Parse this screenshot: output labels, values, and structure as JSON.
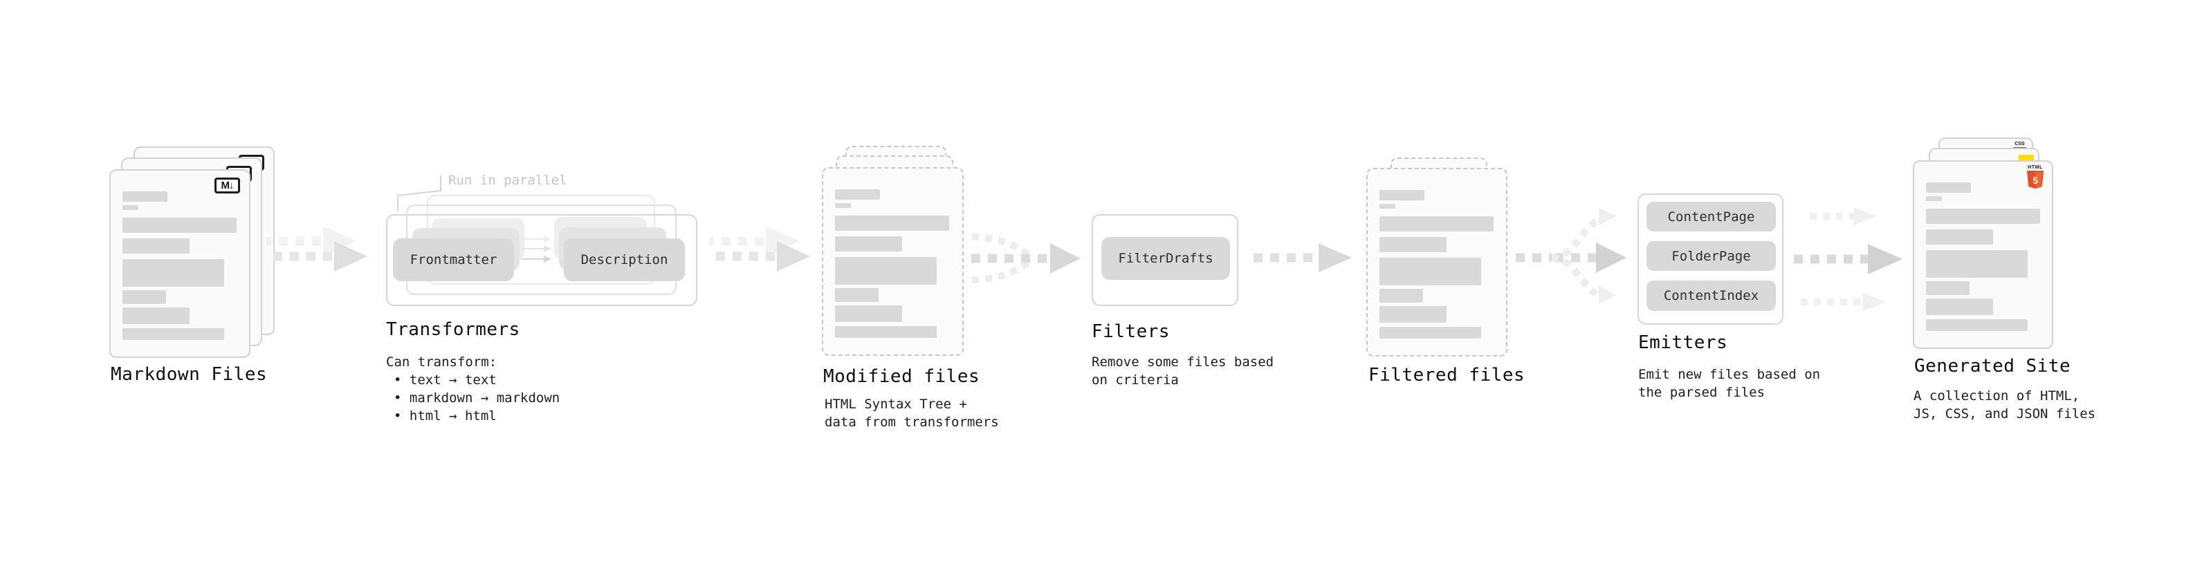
{
  "colors": {
    "html5-orange": "#e44d26",
    "html5-orange-light": "#f16529",
    "js-yellow": "#ffdf00",
    "css-blue": "#2b63f6"
  },
  "stages": {
    "markdown": {
      "label": "Markdown Files",
      "badge": "M↓"
    },
    "transformers": {
      "label": "Transformers",
      "note": "Run in parallel",
      "input_pill": "Frontmatter",
      "output_pill": "Description",
      "caption_title": "Can transform:",
      "bullet1": "• text → text",
      "bullet2": "• markdown → markdown",
      "bullet3": "• html → html"
    },
    "modified": {
      "label": "Modified files",
      "caption1": "HTML Syntax Tree +",
      "caption2": "data from transformers"
    },
    "filters": {
      "label": "Filters",
      "pill": "FilterDrafts",
      "caption1": "Remove some files based",
      "caption2": "on criteria"
    },
    "filtered": {
      "label": "Filtered files"
    },
    "emitters": {
      "label": "Emitters",
      "pill1": "ContentPage",
      "pill2": "FolderPage",
      "pill3": "ContentIndex",
      "caption1": "Emit new files based on",
      "caption2": "the parsed files"
    },
    "generated": {
      "label": "Generated Site",
      "caption1": "A collection of HTML,",
      "caption2": "JS, CSS, and JSON files",
      "css_badge": "CSS",
      "html_logo_word": "HTML",
      "html_logo_number": "5"
    }
  }
}
